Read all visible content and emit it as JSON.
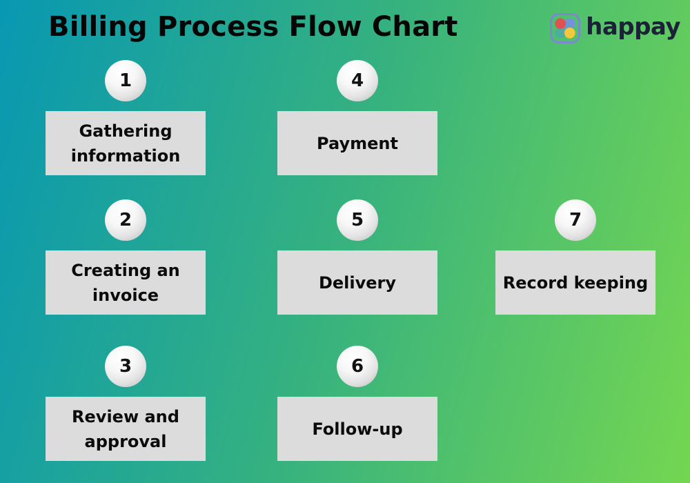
{
  "page": {
    "title": "Billing Process Flow Chart"
  },
  "brand": {
    "wordmark": "happay",
    "wordmark_color": "#1b2136",
    "logo_colors": {
      "outline": "#7d88cf",
      "red_dot": "#e05252",
      "blue_dot": "#7492dc",
      "teal_dot": "#4cae9b",
      "yellow_dot": "#f3c73e"
    }
  },
  "background": {
    "gradient_start": "#0898b2",
    "gradient_mid": "#35b180",
    "gradient_end": "#74d651",
    "box_fill": "#dcdcdc"
  },
  "steps": [
    {
      "number": "1",
      "label": "Gathering information"
    },
    {
      "number": "2",
      "label": "Creating an invoice"
    },
    {
      "number": "3",
      "label": "Review and approval"
    },
    {
      "number": "4",
      "label": "Payment"
    },
    {
      "number": "5",
      "label": "Delivery"
    },
    {
      "number": "6",
      "label": "Follow-up"
    },
    {
      "number": "7",
      "label": "Record keeping"
    }
  ]
}
